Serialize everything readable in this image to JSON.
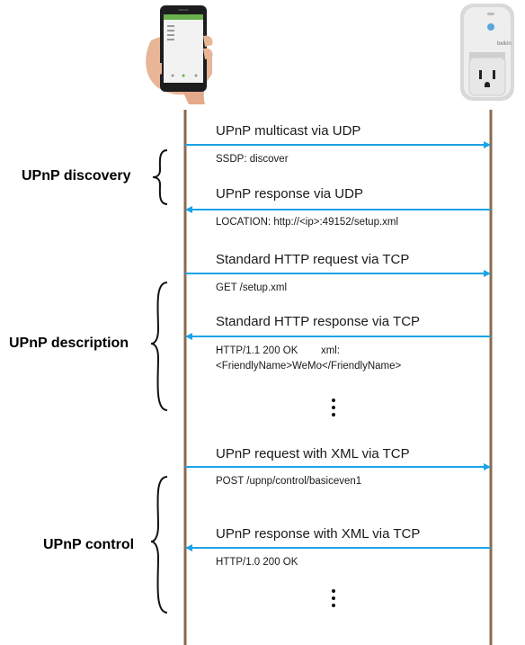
{
  "colors": {
    "arrow": "#1ca3e6",
    "lifeline": "#8b6a4f",
    "brace": "#111111",
    "phone_body": "#1d1d1f",
    "plug_body": "#dedede",
    "plug_accent": "#58a6dc"
  },
  "devices": {
    "phone_icon": "smartphone-in-hand-icon",
    "plug_icon": "smart-plug-icon",
    "plug_brand": "belkin"
  },
  "phases": [
    {
      "label": "UPnP discovery"
    },
    {
      "label": "UPnP description"
    },
    {
      "label": "UPnP control"
    }
  ],
  "messages": [
    {
      "label": "UPnP multicast via UDP",
      "detail": "SSDP: discover",
      "direction": "right"
    },
    {
      "label": "UPnP response via UDP",
      "detail": "LOCATION: http://<ip>:49152/setup.xml",
      "direction": "left"
    },
    {
      "label": "Standard HTTP request via TCP",
      "detail": "GET /setup.xml",
      "direction": "right"
    },
    {
      "label": "Standard HTTP response via TCP",
      "detail": "HTTP/1.1 200 OK        xml:",
      "detail2": "<FriendlyName>WeMo</FriendlyName>",
      "direction": "left"
    },
    {
      "label": "UPnP request with XML via TCP",
      "detail": "POST /upnp/control/basiceven1",
      "direction": "right"
    },
    {
      "label": "UPnP response with XML via TCP",
      "detail": "HTTP/1.0 200 OK",
      "direction": "left"
    }
  ]
}
